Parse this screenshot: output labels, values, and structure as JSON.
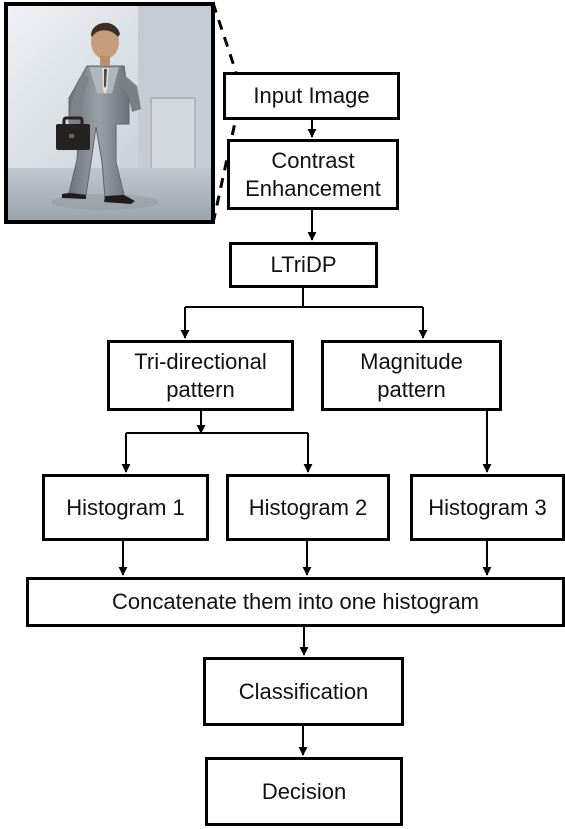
{
  "diagram": {
    "photo": {
      "subject": "man-in-grey-suit-with-briefcase",
      "colors": {
        "background": "#d7dce4",
        "wall": "#c9cfd8",
        "suit": "#8c8f96",
        "briefcase": "#23201f",
        "shoes": "#1f1d1c",
        "skin": "#c89d7b",
        "hair": "#3c2e27"
      }
    },
    "nodes": {
      "input_image": "Input Image",
      "contrast_enhancement": "Contrast\nEnhancement",
      "ltridp": "LTriDP",
      "tri_directional_pattern": "Tri-directional\npattern",
      "magnitude_pattern": "Magnitude\npattern",
      "histogram_1": "Histogram 1",
      "histogram_2": "Histogram 2",
      "histogram_3": "Histogram 3",
      "concatenate": "Concatenate them into one histogram",
      "classification": "Classification",
      "decision": "Decision"
    }
  }
}
